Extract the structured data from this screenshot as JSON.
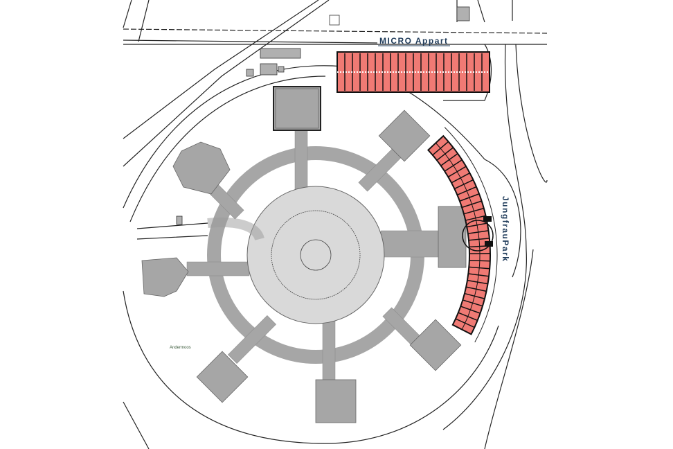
{
  "labels": {
    "micro_appart": "MICRO Appart",
    "jungfraupark": "JungfrauPark",
    "andermoos": "Andermoos"
  },
  "colors": {
    "building_new": "#f07a74",
    "building_existing": "#a9a9a9",
    "plaza": "#d9d9d9",
    "outline": "#1a1a1a",
    "label_text": "#1f3b5a"
  }
}
